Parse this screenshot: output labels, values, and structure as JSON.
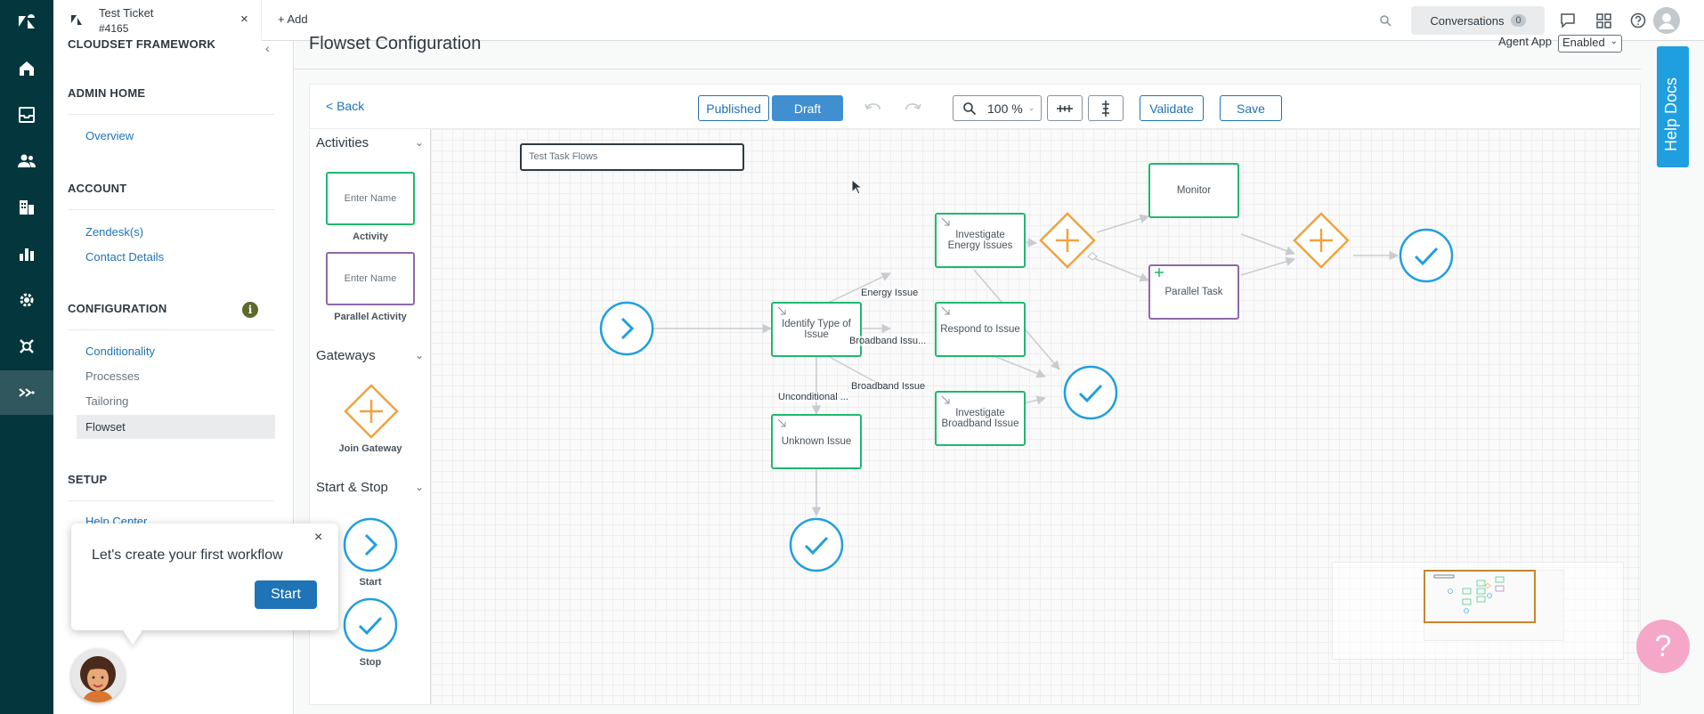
{
  "tab": {
    "title": "Test Ticket",
    "subtitle": "#4165",
    "close": "×",
    "add": "Add"
  },
  "topbar": {
    "conversations_label": "Conversations",
    "conversations_count": "0"
  },
  "sidebar": {
    "cut_title": "CLOUDSET FRAMEWORK",
    "collapse": "‹",
    "admin_home": "ADMIN HOME",
    "overview": "Overview",
    "account": "ACCOUNT",
    "zendesks": "Zendesk(s)",
    "contact_details": "Contact Details",
    "configuration": "CONFIGURATION",
    "info": "i",
    "conditionality": "Conditionality",
    "processes": "Processes",
    "tailoring": "Tailoring",
    "flowset": "Flowset",
    "setup": "SETUP",
    "help_center": "Help Center"
  },
  "main": {
    "title": "Flowset Configuration",
    "agent_app_label": "Agent App",
    "agent_app_value": "Enabled"
  },
  "toolbar": {
    "back": "<  Back",
    "published": "Published",
    "draft": "Draft",
    "zoom": "100 %",
    "validate": "Validate",
    "save": "Save"
  },
  "palette": {
    "activities": "Activities",
    "enter_name_1": "Enter Name",
    "activity": "Activity",
    "enter_name_2": "Enter Name",
    "parallel_activity": "Parallel Activity",
    "gateways": "Gateways",
    "join_gateway": "Join Gateway",
    "start_stop": "Start & Stop",
    "start": "Start",
    "stop": "Stop"
  },
  "canvas": {
    "flow_name": "Test Task Flows",
    "nodes": {
      "identify": "Identify Type of Issue",
      "energy": "Investigate Energy Issues",
      "respond": "Respond to Issue",
      "broadband": "Investigate Broadband Issue",
      "unknown": "Unknown Issue",
      "monitor": "Monitor",
      "parallel_task": "Parallel Task"
    },
    "edges": {
      "energy_issue": "Energy Issue",
      "broadband_short": "Broadband Issu...",
      "broadband_issue": "Broadband Issue",
      "unconditional": "Unconditional ..."
    }
  },
  "help": {
    "docs": "Help Docs",
    "fab": "?"
  },
  "tour": {
    "message": "Let's create your first workflow",
    "close": "×",
    "start": "Start"
  },
  "colors": {
    "rail": "#03363d",
    "activity": "#1fb870",
    "parallel": "#8e6aa8",
    "gateway": "#f0a33e",
    "event": "#1f9fe0",
    "primary": "#1f73b7"
  }
}
